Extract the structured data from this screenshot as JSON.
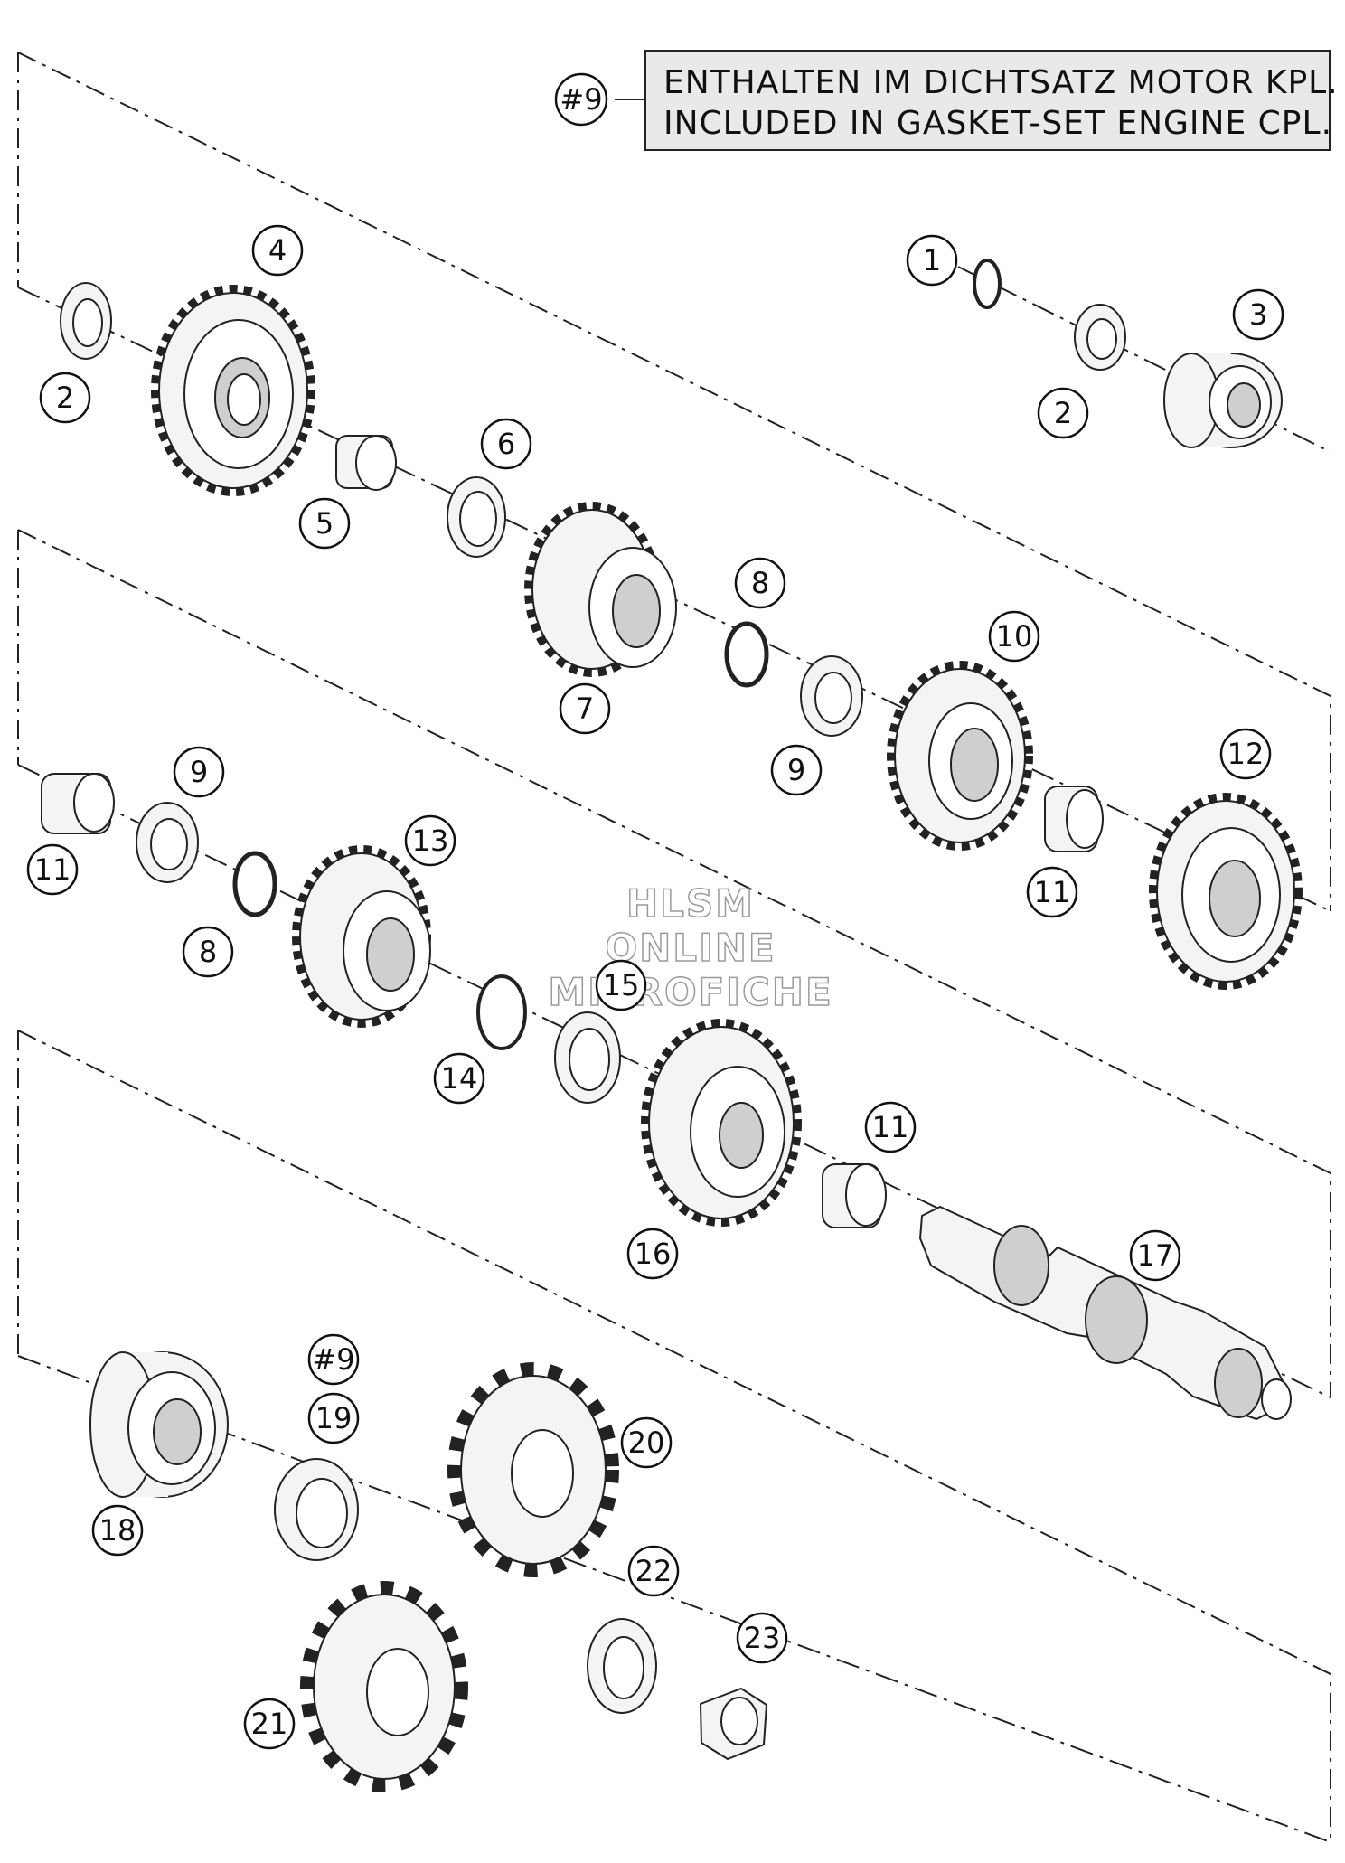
{
  "note": {
    "ref": "#9",
    "line1": "ENTHALTEN IM DICHTSATZ MOTOR KPL.",
    "line2": "INCLUDED IN GASKET-SET ENGINE CPL."
  },
  "watermark": {
    "line1": "HLSM",
    "line2": "ONLINE",
    "line3": "MICROFICHE"
  },
  "callouts": [
    {
      "id": "c1",
      "label": "1"
    },
    {
      "id": "c2a",
      "label": "2"
    },
    {
      "id": "c2b",
      "label": "2"
    },
    {
      "id": "c3",
      "label": "3"
    },
    {
      "id": "c4",
      "label": "4"
    },
    {
      "id": "c5",
      "label": "5"
    },
    {
      "id": "c6",
      "label": "6"
    },
    {
      "id": "c7",
      "label": "7"
    },
    {
      "id": "c8a",
      "label": "8"
    },
    {
      "id": "c8b",
      "label": "8"
    },
    {
      "id": "c9a",
      "label": "9"
    },
    {
      "id": "c9b",
      "label": "9"
    },
    {
      "id": "c10",
      "label": "10"
    },
    {
      "id": "c11a",
      "label": "11"
    },
    {
      "id": "c11b",
      "label": "11"
    },
    {
      "id": "c11c",
      "label": "11"
    },
    {
      "id": "c12",
      "label": "12"
    },
    {
      "id": "c13",
      "label": "13"
    },
    {
      "id": "c14",
      "label": "14"
    },
    {
      "id": "c15",
      "label": "15"
    },
    {
      "id": "c16",
      "label": "16"
    },
    {
      "id": "c17",
      "label": "17"
    },
    {
      "id": "c18",
      "label": "18"
    },
    {
      "id": "c9ref",
      "label": "#9"
    },
    {
      "id": "c19",
      "label": "19"
    },
    {
      "id": "c20",
      "label": "20"
    },
    {
      "id": "c21",
      "label": "21"
    },
    {
      "id": "c22",
      "label": "22"
    },
    {
      "id": "c23",
      "label": "23"
    }
  ]
}
